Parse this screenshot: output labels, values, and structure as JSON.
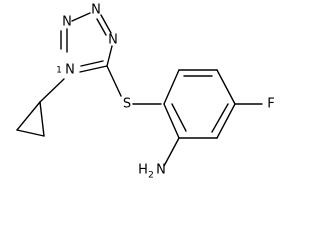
{
  "molecule": {
    "atoms": {
      "n_top_left": "N",
      "n_top_right": "N",
      "n_right": "N",
      "n_left": "N",
      "n_left_locant": "1",
      "s": "S",
      "f": "F",
      "nh2_main": "H",
      "nh2_sub": "2",
      "nh2_n": "N"
    }
  },
  "colors": {
    "bond": "#000000",
    "text": "#000000",
    "background": "#ffffff"
  }
}
